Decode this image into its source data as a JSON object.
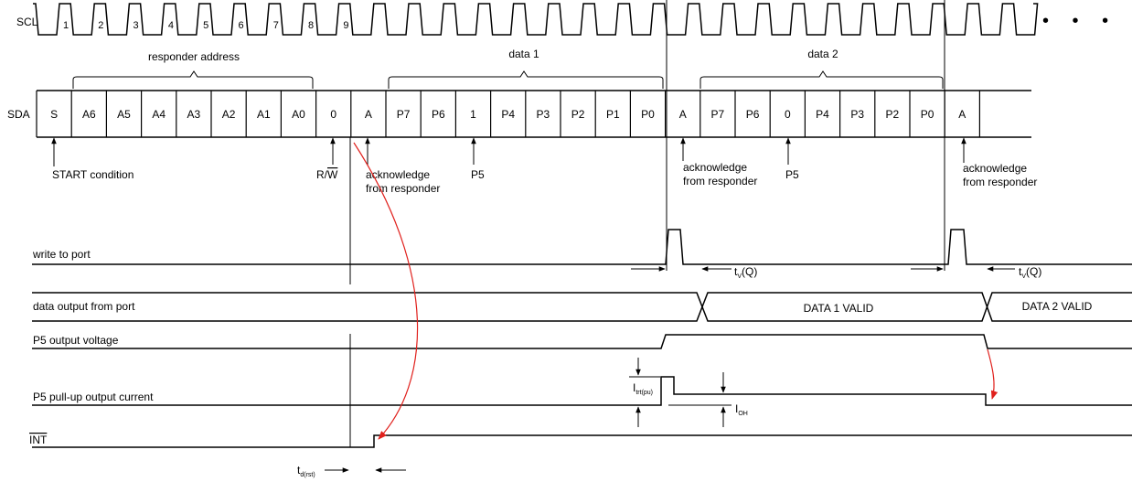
{
  "scl": {
    "label": "SCL",
    "clock_numbers": [
      "1",
      "2",
      "3",
      "4",
      "5",
      "6",
      "7",
      "8",
      "9"
    ],
    "continuation": "• • •"
  },
  "sda": {
    "label": "SDA",
    "cells": [
      "S",
      "A6",
      "A5",
      "A4",
      "A3",
      "A2",
      "A1",
      "A0",
      "0",
      "A",
      "P7",
      "P6",
      "1",
      "P4",
      "P3",
      "P2",
      "P1",
      "P0",
      "A",
      "P7",
      "P6",
      "0",
      "P4",
      "P3",
      "P2",
      "P0",
      "A"
    ]
  },
  "groups": {
    "responder_address": "responder address",
    "data1": "data 1",
    "data2": "data 2"
  },
  "annotations": {
    "start_condition": "START condition",
    "rw_r": "R/",
    "rw_w": "W",
    "ack1_line1": "acknowledge",
    "ack1_line2": "from responder",
    "p5_a": "P5",
    "ack2_line1": "acknowledge",
    "ack2_line2": "from responder",
    "p5_b": "P5",
    "ack3_line1": "acknowledge",
    "ack3_line2": "from responder"
  },
  "signals": {
    "write_to_port": "write to port",
    "data_output": "data output from port",
    "p5_voltage": "P5 output voltage",
    "p5_current": "P5 pull-up output current",
    "int": "INT"
  },
  "timing": {
    "tv": "t",
    "tv_sub": "V",
    "tv_suffix": "(Q)",
    "tv2": "t",
    "tv2_sub": "V",
    "tv2_suffix": "(Q)",
    "data1_valid": "DATA 1 VALID",
    "data2_valid": "DATA 2 VALID",
    "itrt": "I",
    "itrt_sub": "trt(pu)",
    "ioh": "I",
    "ioh_sub": "OH",
    "td": "t",
    "td_sub": "d(rst)"
  },
  "colors": {
    "line": "#000000",
    "arrow_red": "#e0201c"
  }
}
